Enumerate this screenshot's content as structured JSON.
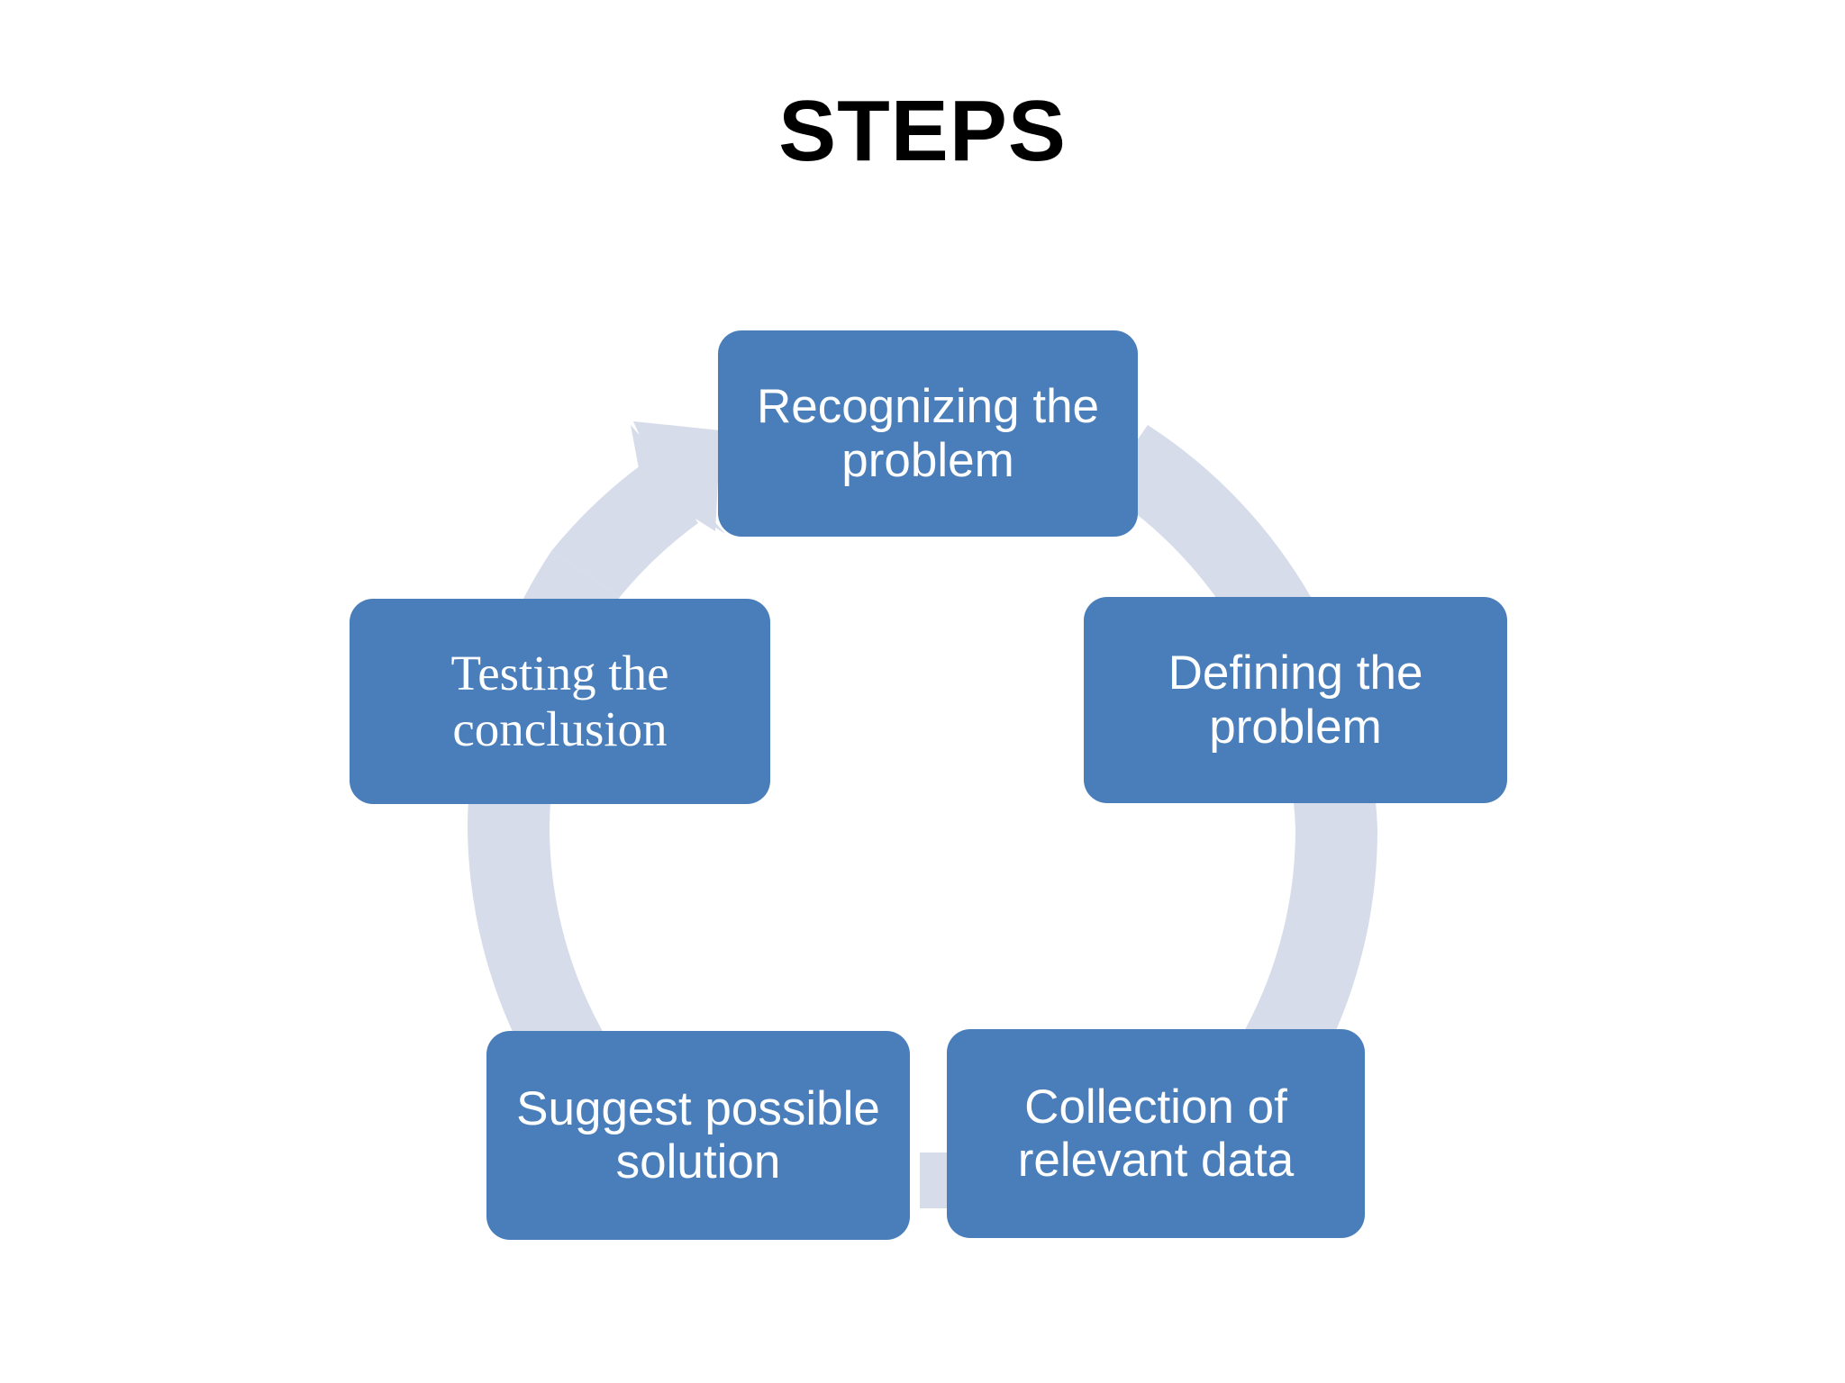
{
  "slide": {
    "title": "STEPS",
    "background_color": "#FFFFFF",
    "title_color": "#000000"
  },
  "diagram": {
    "kind": "basic-cycle",
    "direction": "clockwise",
    "box_fill_color": "#4A7EBB",
    "box_text_color": "#FFFFFF",
    "ring_color": "#D6DCEA",
    "arrow_head_target": "step-1",
    "steps": [
      {
        "id": "step-1",
        "order": 1,
        "position": "top",
        "label": "Recognizing the\nproblem",
        "line1": "Recognizing the",
        "line2": "problem"
      },
      {
        "id": "step-2",
        "order": 2,
        "position": "right",
        "label": "Defining the\nproblem",
        "line1": "Defining the",
        "line2": "problem"
      },
      {
        "id": "step-3",
        "order": 3,
        "position": "bottom-right",
        "label": "Collection of\nrelevant data",
        "line1": "Collection of",
        "line2": "relevant data"
      },
      {
        "id": "step-4",
        "order": 4,
        "position": "bottom-left",
        "label": "Suggest possible\nsolution",
        "line1": "Suggest possible",
        "line2": "solution"
      },
      {
        "id": "step-5",
        "order": 5,
        "position": "left",
        "label": "Testing the\nconclusion",
        "line1": "Testing the",
        "line2": "conclusion"
      }
    ]
  }
}
